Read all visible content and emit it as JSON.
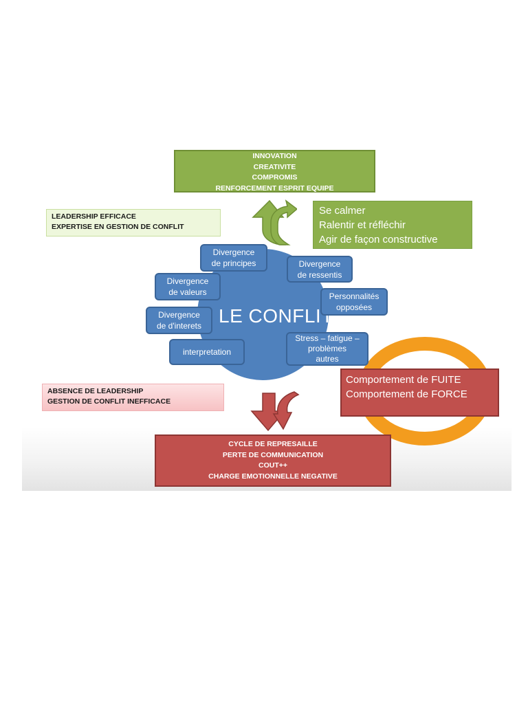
{
  "outcome_positive": [
    "INNOVATION",
    "CREATIVITE",
    "COMPROMIS",
    "RENFORCEMENT ESPRIT EQUIPE"
  ],
  "actions": [
    "Se calmer",
    "Ralentir et réfléchir",
    "Agir de façon constructive"
  ],
  "leadership_good": [
    "LEADERSHIP EFFICACE",
    "EXPERTISE EN GESTION DE CONFLIT"
  ],
  "center_title": "LE CONFLIT",
  "causes": {
    "principes": [
      "Divergence",
      "de principes"
    ],
    "ressentis": [
      "Divergence",
      "de ressentis"
    ],
    "valeurs": [
      "Divergence",
      "de valeurs"
    ],
    "personnalites": [
      "Personnalités",
      "opposées"
    ],
    "interets": [
      "Divergence",
      "de d'interets"
    ],
    "interpretation": [
      "interpretation"
    ],
    "stress": [
      "Stress – fatigue –",
      "problèmes",
      "autres"
    ]
  },
  "behaviours": [
    "Comportement de FUITE",
    "Comportement de FORCE"
  ],
  "leadership_bad": [
    "ABSENCE DE LEADERSHIP",
    "GESTION DE CONFLIT INEFFICACE"
  ],
  "outcome_negative": [
    "CYCLE DE REPRESAILLE",
    "PERTE DE COMMUNICATION",
    "COUT++",
    "CHARGE EMOTIONNELLE NEGATIVE"
  ],
  "colors": {
    "green": "#8db04c",
    "blue": "#4f81bd",
    "red": "#c0504d",
    "orange": "#f39c1e",
    "light_green": "#eef7dc",
    "pink": "#f7c2c4"
  }
}
